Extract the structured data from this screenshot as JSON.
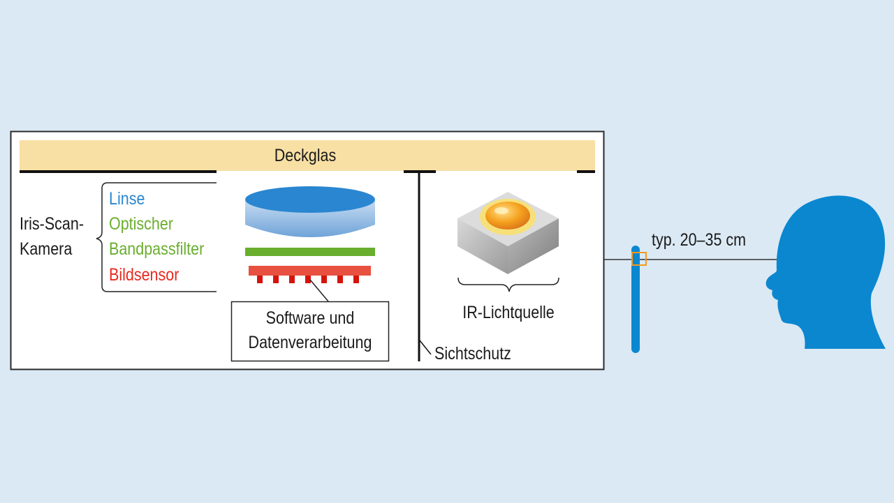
{
  "diagram": {
    "cover_glass_label": "Deckglas",
    "camera_label_line1": "Iris-Scan-",
    "camera_label_line2": "Kamera",
    "components": {
      "lens": "Linse",
      "filter_line1": "Optischer",
      "filter_line2": "Bandpassfilter",
      "sensor": "Bildsensor"
    },
    "software_line1": "Software und",
    "software_line2": "Datenverarbeitung",
    "privacy_screen_label": "Sichtschutz",
    "ir_source_label": "IR-Lichtquelle",
    "distance_label": "typ. 20–35 cm"
  },
  "colors": {
    "background": "#dbe9f4",
    "panel": "#ffffff",
    "cover_glass": "#f8dfa4",
    "lens": "#2a86d0",
    "filter": "#6aae2e",
    "sensor": "#e8291f",
    "head": "#0b87d0",
    "led": "#f39a1e"
  }
}
